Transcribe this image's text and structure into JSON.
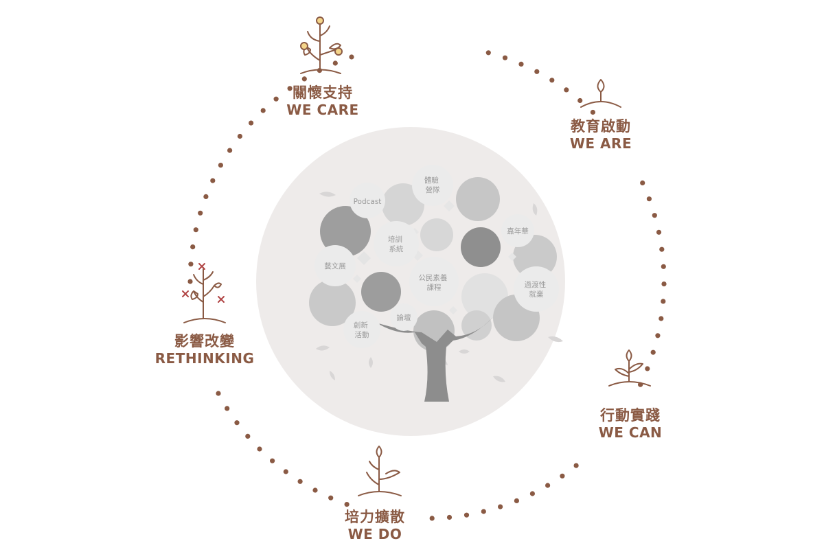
{
  "stages": [
    {
      "id": "care",
      "zh": "關懷支持",
      "en": "WE CARE",
      "icon": "sprout-with-flowers-icon"
    },
    {
      "id": "are",
      "zh": "教育啟動",
      "en": "WE ARE",
      "icon": "seedling-icon"
    },
    {
      "id": "can",
      "zh": "行動實踐",
      "en": "WE CAN",
      "icon": "young-plant-icon"
    },
    {
      "id": "do",
      "zh": "培力擴散",
      "en": "WE DO",
      "icon": "growing-plant-icon"
    },
    {
      "id": "rethinking",
      "zh": "影響改變",
      "en": "RETHINKING",
      "icon": "plant-with-sparkles-icon"
    }
  ],
  "tree": {
    "icon": "hands-holding-tree-icon",
    "bubbles": [
      {
        "id": "podcast",
        "lines": [
          "Podcast"
        ]
      },
      {
        "id": "experience-team",
        "lines": [
          "體驗",
          "營隊"
        ]
      },
      {
        "id": "carnival",
        "lines": [
          "嘉年華"
        ]
      },
      {
        "id": "training-system",
        "lines": [
          "培訓",
          "系統"
        ]
      },
      {
        "id": "art-exhibition",
        "lines": [
          "藝文展"
        ]
      },
      {
        "id": "civic-literacy",
        "lines": [
          "公民素養",
          "課程"
        ]
      },
      {
        "id": "transitional-employment",
        "lines": [
          "過渡性",
          "就業"
        ]
      },
      {
        "id": "forum",
        "lines": [
          "論壇"
        ]
      },
      {
        "id": "innovation-activities",
        "lines": [
          "創新",
          "活動"
        ]
      }
    ]
  },
  "colors": {
    "accent": "#8a5a44",
    "dots": "#8a5a44",
    "circle_bg": "#eeebea",
    "bubble_light": "#dcdcdc",
    "bubble_dark": "#9b9b9b",
    "trunk": "#8d8d8d"
  }
}
